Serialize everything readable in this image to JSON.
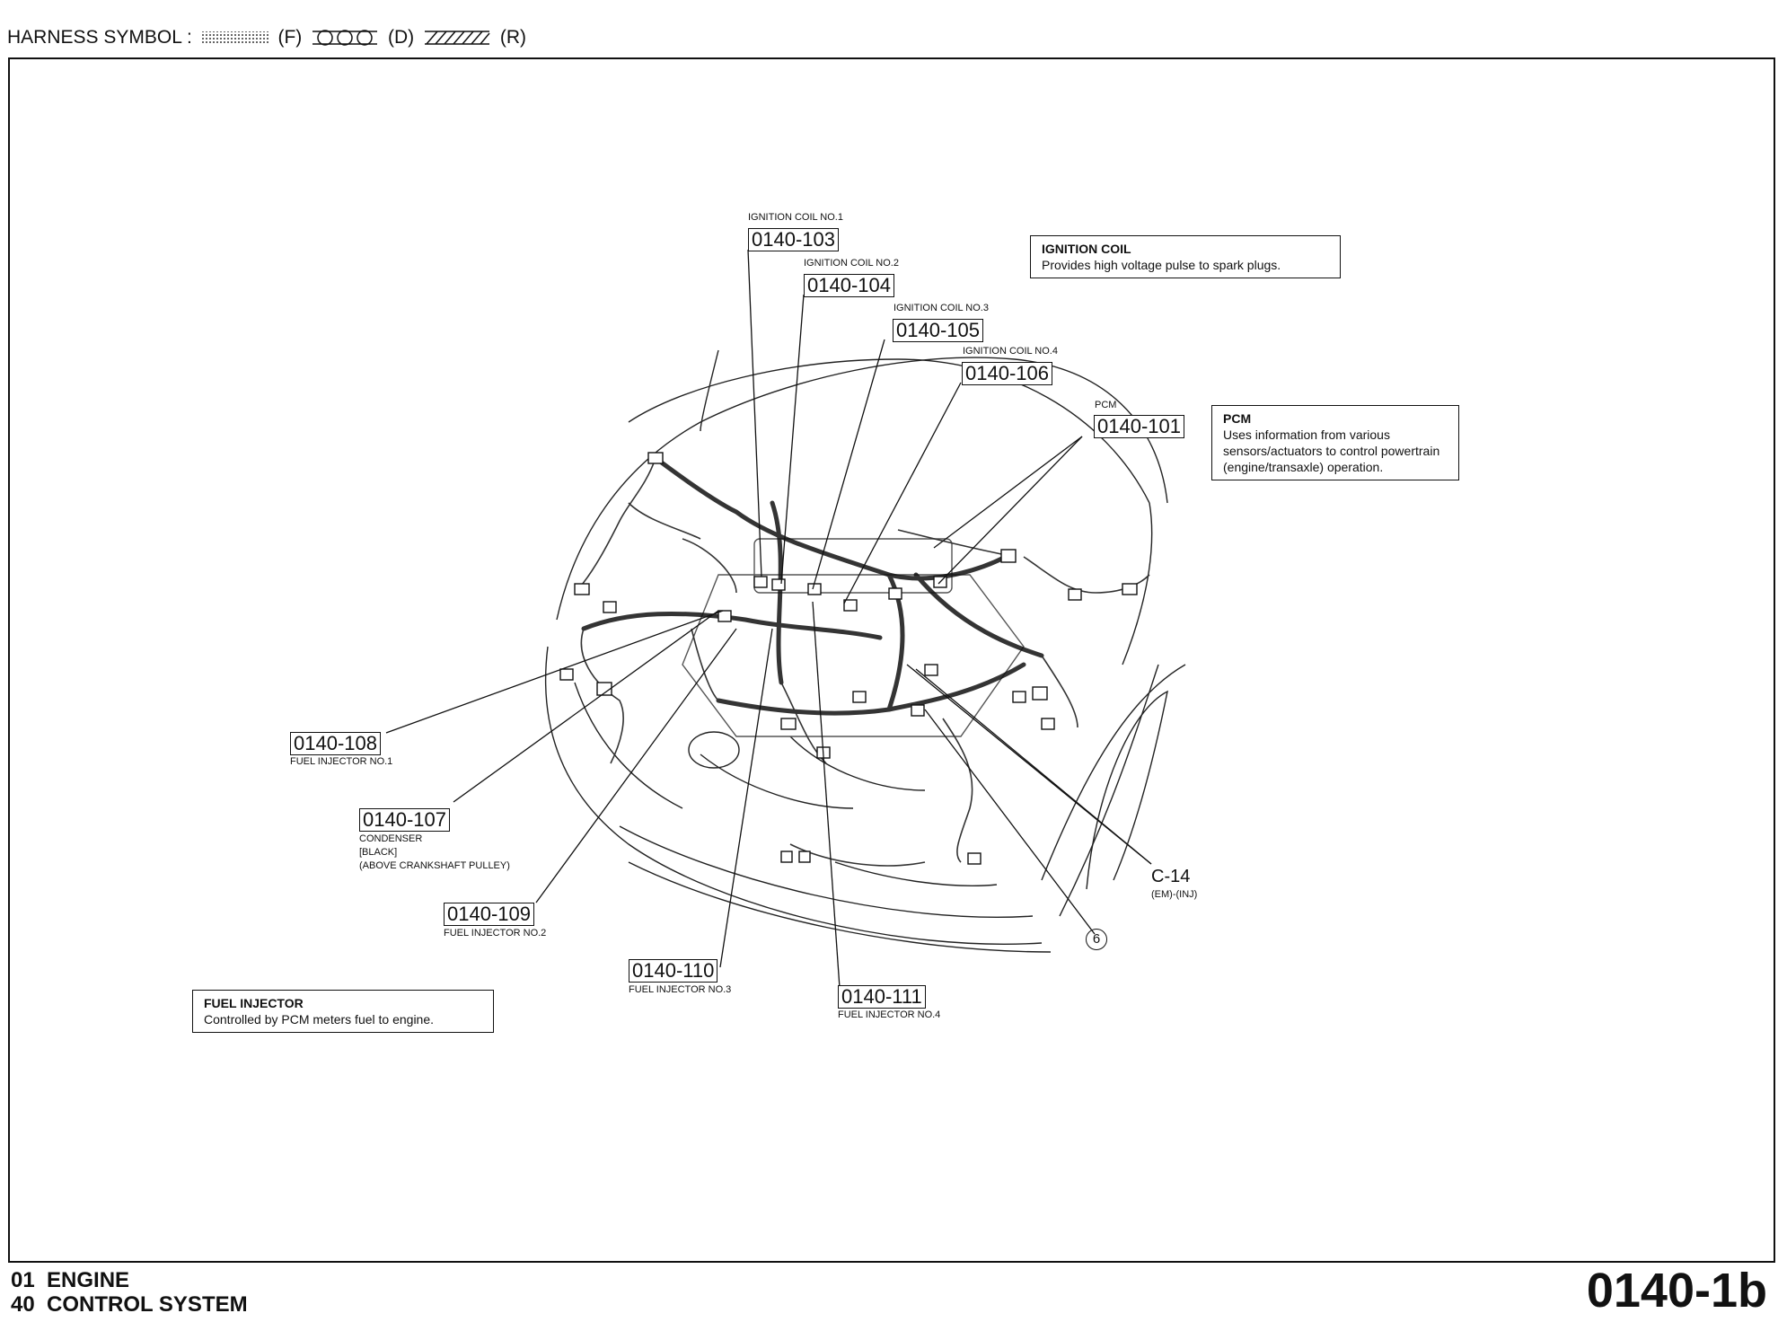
{
  "header": {
    "label": "HARNESS SYMBOL :",
    "symbols": [
      {
        "pattern": "dotted",
        "code": "(F)"
      },
      {
        "pattern": "circles",
        "code": "(D)"
      },
      {
        "pattern": "hatched",
        "code": "(R)"
      }
    ]
  },
  "connectors": {
    "c103": {
      "code": "0140-103",
      "label": "IGNITION COIL NO.1"
    },
    "c104": {
      "code": "0140-104",
      "label": "IGNITION COIL NO.2"
    },
    "c105": {
      "code": "0140-105",
      "label": "IGNITION COIL NO.3"
    },
    "c106": {
      "code": "0140-106",
      "label": "IGNITION COIL NO.4"
    },
    "c101": {
      "code": "0140-101",
      "label": "PCM"
    },
    "c108": {
      "code": "0140-108",
      "label": "FUEL INJECTOR NO.1"
    },
    "c107": {
      "code": "0140-107",
      "label_lines": [
        "CONDENSER",
        "[BLACK]",
        "(ABOVE CRANKSHAFT PULLEY)"
      ]
    },
    "c109": {
      "code": "0140-109",
      "label": "FUEL INJECTOR NO.2"
    },
    "c110": {
      "code": "0140-110",
      "label": "FUEL INJECTOR NO.3"
    },
    "c111": {
      "code": "0140-111",
      "label": "FUEL INJECTOR NO.4"
    }
  },
  "ground": {
    "code": "C-14",
    "sub": "(EM)-(INJ)"
  },
  "marker": "6",
  "notes": {
    "ignition": {
      "title": "IGNITION COIL",
      "text": "Provides high voltage pulse to spark plugs."
    },
    "pcm": {
      "title": "PCM",
      "text": "Uses information from various sensors/actuators to control powertrain (engine/transaxle) operation."
    },
    "injector": {
      "title": "FUEL INJECTOR",
      "text": "Controlled by PCM meters fuel to engine."
    }
  },
  "footer": {
    "line1": "01  ENGINE",
    "line2": "40  CONTROL SYSTEM",
    "page": "0140-1b"
  }
}
